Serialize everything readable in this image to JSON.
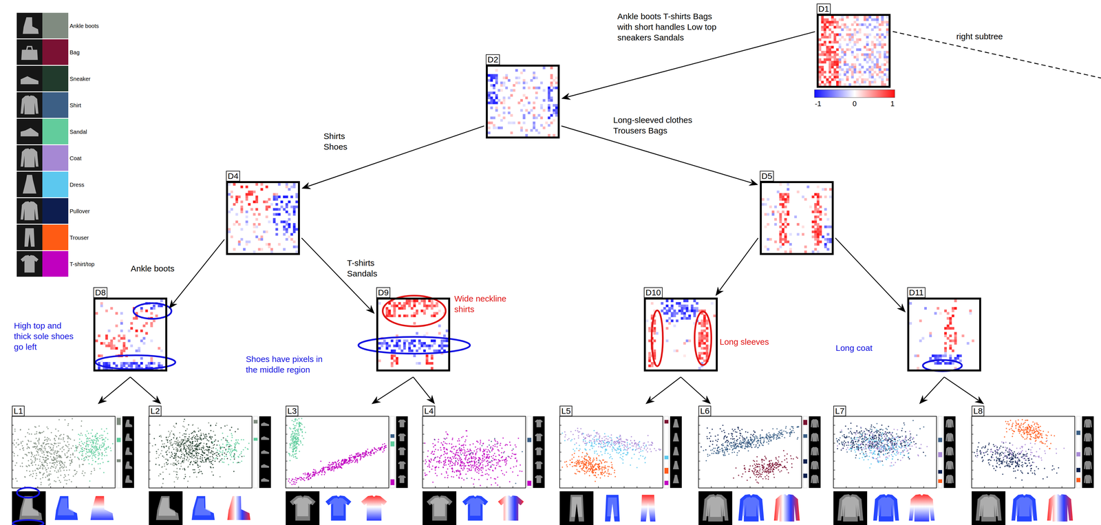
{
  "diagram": {
    "nodes": [
      {
        "text": [
          "D1"
        ]
      },
      {
        "text": [
          "D2"
        ]
      },
      {
        "text": [
          "D4"
        ]
      },
      {
        "text": [
          "D5"
        ]
      },
      {
        "text": [
          "D8"
        ]
      },
      {
        "text": [
          "D9"
        ]
      },
      {
        "text": [
          "D10"
        ]
      },
      {
        "text": [
          "D11"
        ]
      },
      {
        "text": [
          "L1"
        ]
      },
      {
        "text": [
          "L2"
        ]
      },
      {
        "text": [
          "L3"
        ]
      },
      {
        "text": [
          "L4"
        ]
      },
      {
        "text": [
          "L5"
        ]
      },
      {
        "text": [
          "L6"
        ]
      },
      {
        "text": [
          "L7"
        ]
      },
      {
        "text": [
          "L8"
        ]
      }
    ],
    "edges": [
      {
        "from": 0,
        "to": 1,
        "arrow": "to",
        "label": "Ankle boots T-shirts Bags with short handles Low top sneakers Sandals"
      },
      {
        "from": 1,
        "to": 2,
        "arrow": "to",
        "label": "Shirts Shoes"
      },
      {
        "from": 1,
        "to": 3,
        "arrow": "to",
        "label": "Long-sleeved clothes Trousers Bags"
      },
      {
        "from": 2,
        "to": 4,
        "arrow": "to",
        "label": "Ankle boots"
      },
      {
        "from": 2,
        "to": 5,
        "arrow": "to",
        "label": "T-shirts Sandals"
      },
      {
        "from": 3,
        "to": 6,
        "arrow": "to"
      },
      {
        "from": 3,
        "to": 7,
        "arrow": "to"
      },
      {
        "from": 4,
        "to": 8,
        "arrow": "to"
      },
      {
        "from": 4,
        "to": 9,
        "arrow": "to"
      },
      {
        "from": 5,
        "to": 10,
        "arrow": "to"
      },
      {
        "from": 5,
        "to": 11,
        "arrow": "to"
      },
      {
        "from": 6,
        "to": 12,
        "arrow": "to"
      },
      {
        "from": 6,
        "to": 13,
        "arrow": "to"
      },
      {
        "from": 7,
        "to": 14,
        "arrow": "to"
      },
      {
        "from": 7,
        "to": 15,
        "arrow": "to"
      }
    ],
    "labels": [
      "right subtree",
      "-1",
      "0",
      "1",
      "High top and thick sole shoes go left",
      "Shoes have pixels in the middle region",
      "Wide neckline shirts",
      "Long sleeves",
      "Long coat"
    ],
    "legend": [
      {
        "text": "Ankle boots",
        "color": "#808b80"
      },
      {
        "text": "Bag",
        "color": "#7b1133"
      },
      {
        "text": "Sneaker",
        "color": "#213a2c"
      },
      {
        "text": "Shirt",
        "color": "#3c5f85"
      },
      {
        "text": "Sandal",
        "color": "#62cc9c"
      },
      {
        "text": "Coat",
        "color": "#a688d4"
      },
      {
        "text": "Dress",
        "color": "#5cc8ef"
      },
      {
        "text": "Pullover",
        "color": "#0d1d4f"
      },
      {
        "text": "Trouser",
        "color": "#ff5b14"
      },
      {
        "text": "T-shirt/top",
        "color": "#c000bf"
      }
    ]
  }
}
